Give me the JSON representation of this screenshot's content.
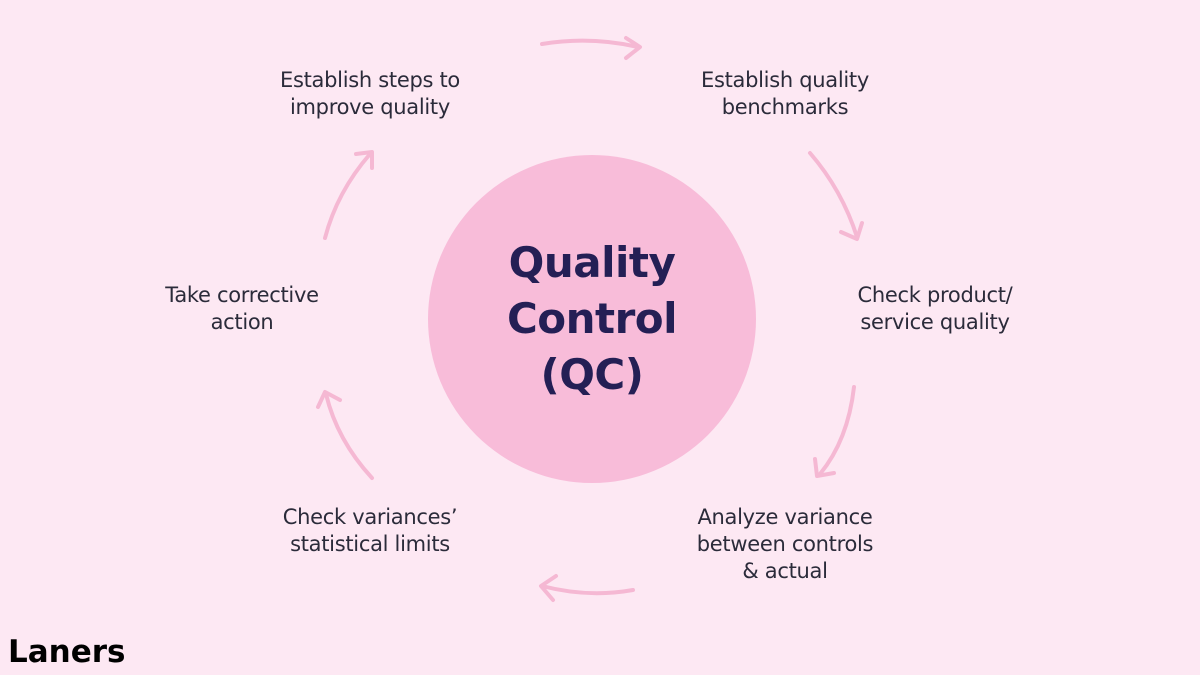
{
  "diagram": {
    "center_title": "Quality\nControl\n(QC)",
    "steps": [
      {
        "label": "Establish steps to\nimprove quality"
      },
      {
        "label": "Establish quality\nbenchmarks"
      },
      {
        "label": "Check product/\nservice quality"
      },
      {
        "label": "Analyze variance\nbetween controls\n& actual"
      },
      {
        "label": "Check variances’\nstatistical limits"
      },
      {
        "label": "Take corrective\naction"
      }
    ]
  },
  "brand": {
    "name": "Laners"
  },
  "colors": {
    "background": "#fde8f3",
    "center_circle": "#f8bcd9",
    "arrow": "#f5b8d3",
    "center_text": "#241f55",
    "step_text": "#2b2b3a",
    "brand_text": "#000000"
  }
}
